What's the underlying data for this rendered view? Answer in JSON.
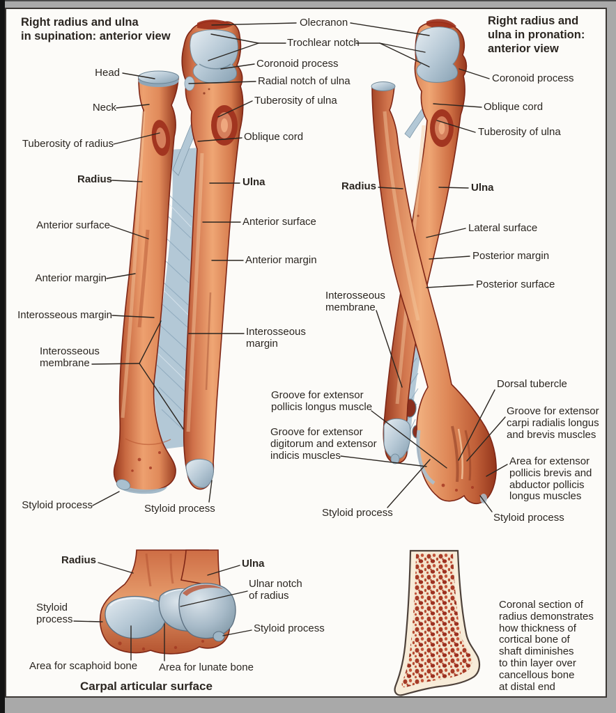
{
  "plate": {
    "subject": "Right radius and ulna anatomy plate",
    "panels": {
      "supination": {
        "title": "Right radius and ulna\nin supination: anterior view",
        "labels": {
          "olecranon": "Olecranon",
          "trochlear_notch": "Trochlear notch",
          "coronoid_process": "Coronoid process",
          "radial_notch_of_ulna": "Radial notch of ulna",
          "tuberosity_of_ulna": "Tuberosity of ulna",
          "oblique_cord": "Oblique cord",
          "head": "Head",
          "neck": "Neck",
          "tuberosity_of_radius": "Tuberosity of radius",
          "radius": "Radius",
          "ulna": "Ulna",
          "anterior_surface_radius": "Anterior surface",
          "anterior_surface_ulna": "Anterior surface",
          "anterior_margin_radius": "Anterior margin",
          "anterior_margin_ulna": "Anterior margin",
          "interosseous_margin_radius": "Interosseous margin",
          "interosseous_margin_ulna": "Interosseous\nmargin",
          "interosseous_membrane": "Interosseous\nmembrane",
          "styloid_process_radius": "Styloid process",
          "styloid_process_ulna": "Styloid process"
        }
      },
      "pronation": {
        "title": "Right radius and\nulna in pronation:\nanterior view",
        "labels": {
          "coronoid_process": "Coronoid process",
          "oblique_cord": "Oblique cord",
          "tuberosity_of_ulna": "Tuberosity of ulna",
          "radius": "Radius",
          "ulna": "Ulna",
          "lateral_surface": "Lateral surface",
          "posterior_margin": "Posterior margin",
          "posterior_surface": "Posterior surface",
          "interosseous_membrane": "Interosseous\nmembrane",
          "dorsal_tubercle": "Dorsal tubercle",
          "groove_extensor_carpi_radialis": "Groove for extensor\ncarpi radialis longus\nand brevis muscles",
          "area_extensor_pollicis": "Area for extensor\npollicis brevis and\nabductor pollicis\nlongus muscles",
          "groove_extensor_pollicis_longus": "Groove for extensor\npollicis longus muscle",
          "groove_extensor_digitorum": "Groove for extensor\ndigitorum and extensor\nindicis muscles",
          "styloid_process_ulna": "Styloid process",
          "styloid_process_radius": "Styloid process"
        }
      },
      "carpal": {
        "caption": "Carpal articular surface",
        "labels": {
          "radius": "Radius",
          "ulna": "Ulna",
          "ulnar_notch_of_radius": "Ulnar notch\nof radius",
          "styloid_process_radius": "Styloid\nprocess",
          "styloid_process_ulna": "Styloid process",
          "area_for_scaphoid_bone": "Area for scaphoid bone",
          "area_for_lunate_bone": "Area for lunate bone"
        }
      },
      "coronal_section": {
        "caption": "Coronal section of\nradius demonstrates\nhow thickness of\ncortical bone of\nshaft diminishes\nto thin layer over\ncancellous bone\nat distal end"
      }
    },
    "colors": {
      "bone": "#d0744c",
      "bone_outline": "#7e2616",
      "cartilage": "#b7c9d6",
      "membrane": "#b3c8d6",
      "ink": "#2b2621",
      "frame_gray": "#a9a9a9",
      "paper": "#fcfbf8"
    }
  }
}
